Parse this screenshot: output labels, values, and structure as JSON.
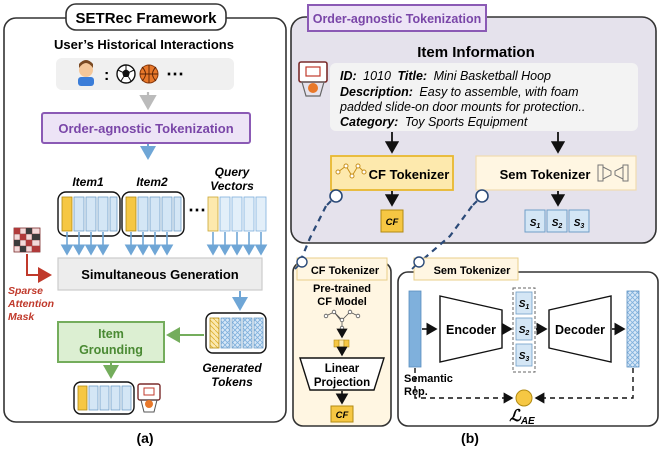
{
  "left": {
    "title": "SETRec Framework",
    "history_label": "User’s Historical Interactions",
    "history_ellipsis": "⋯",
    "history_colon": ":",
    "order_agnostic_box": "Order-agnostic Tokenization",
    "item1": "Item1",
    "item2": "Item2",
    "ellipsis": "⋯",
    "query_vectors": [
      "Query",
      "Vectors"
    ],
    "sim_gen": "Simultaneous Generation",
    "sparse_attn": [
      "Sparse",
      "Attention",
      "Mask"
    ],
    "item_grounding": [
      "Item",
      "Grounding"
    ],
    "generated_tokens": [
      "Generated",
      "Tokens"
    ],
    "caption": "(a)"
  },
  "right": {
    "header_tag": "Order-agnostic Tokenization",
    "item_info_title": "Item Information",
    "item_id_label": "ID:",
    "item_id_value": "1010",
    "item_title_label": "Title:",
    "item_title_value": "Mini Basketball Hoop",
    "desc_label": "Description:",
    "desc_value_1": "Easy to assemble, with foam",
    "desc_value_2": "padded slide-on door mounts for protection..",
    "category_label": "Category:",
    "category_value": "Toy Sports Equipment",
    "cf_tokenizer": "CF Tokenizer",
    "sem_tokenizer": "Sem Tokenizer",
    "cf_token": "CF",
    "sem_tokens": [
      "S",
      "S",
      "S"
    ],
    "sem_subs": [
      "1",
      "2",
      "3"
    ],
    "caption": "(b)"
  },
  "cf_detail": {
    "tab": "CF Tokenizer",
    "model_label": [
      "Pre-trained",
      "CF Model"
    ],
    "linear_projection": [
      "Linear",
      "Projection"
    ],
    "cf_token": "CF"
  },
  "sem_detail": {
    "tab": "Sem Tokenizer",
    "encoder": "Encoder",
    "decoder": "Decoder",
    "sem_tokens": [
      "S",
      "S",
      "S"
    ],
    "sem_subs": [
      "1",
      "2",
      "3"
    ],
    "semantic_rep": [
      "Semantic",
      "Rep."
    ],
    "loss": "ℒ",
    "loss_sub": "AE"
  },
  "colors": {
    "purple": "#8b5ab5",
    "purple_fill": "#ede4f6",
    "green": "#74ad5c",
    "green_fill": "#dcefd2",
    "blue": "#7fb0dc",
    "blue_fill": "#d4e6f5",
    "yellow": "#f3c642",
    "yellow_fill": "#fde9ad",
    "cream": "#fff6e2",
    "gray_fill": "#efefef",
    "darkpanel": "#e5e2ec"
  }
}
